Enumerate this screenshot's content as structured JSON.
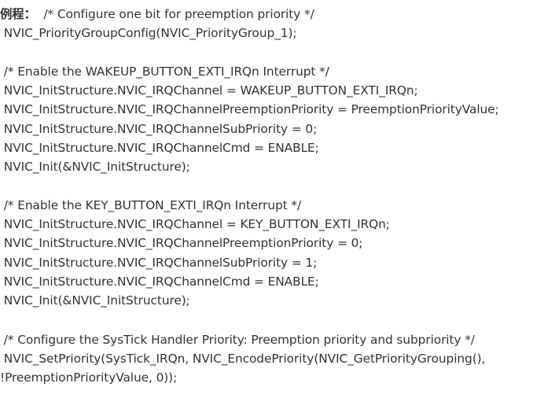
{
  "code": {
    "label": "例程：",
    "lines": [
      "  /* Configure one bit for preemption priority */",
      " NVIC_PriorityGroupConfig(NVIC_PriorityGroup_1);",
      "",
      " /* Enable the WAKEUP_BUTTON_EXTI_IRQn Interrupt */",
      " NVIC_InitStructure.NVIC_IRQChannel = WAKEUP_BUTTON_EXTI_IRQn;",
      " NVIC_InitStructure.NVIC_IRQChannelPreemptionPriority = PreemptionPriorityValue;",
      " NVIC_InitStructure.NVIC_IRQChannelSubPriority = 0;",
      " NVIC_InitStructure.NVIC_IRQChannelCmd = ENABLE;",
      " NVIC_Init(&NVIC_InitStructure);",
      "",
      " /* Enable the KEY_BUTTON_EXTI_IRQn Interrupt */",
      " NVIC_InitStructure.NVIC_IRQChannel = KEY_BUTTON_EXTI_IRQn;",
      " NVIC_InitStructure.NVIC_IRQChannelPreemptionPriority = 0;",
      " NVIC_InitStructure.NVIC_IRQChannelSubPriority = 1;",
      " NVIC_InitStructure.NVIC_IRQChannelCmd = ENABLE;",
      " NVIC_Init(&NVIC_InitStructure);",
      "",
      " /* Configure the SysTick Handler Priority: Preemption priority and subpriority */",
      " NVIC_SetPriority(SysTick_IRQn, NVIC_EncodePriority(NVIC_GetPriorityGrouping(),",
      "!PreemptionPriorityValue, 0));"
    ]
  }
}
